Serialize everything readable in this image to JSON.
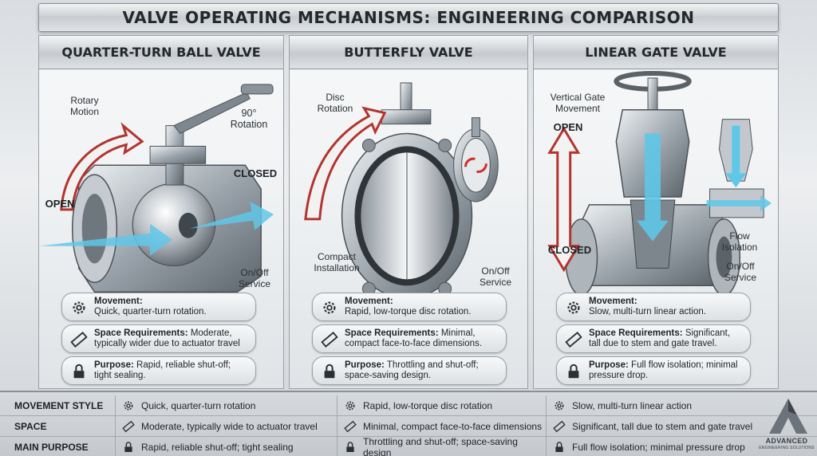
{
  "title": "VALVE OPERATING MECHANISMS: ENGINEERING COMPARISON",
  "panels": [
    {
      "heading": "QUARTER-TURN BALL VALVE",
      "labels": {
        "motion": "Rotary\nMotion",
        "rotation": "90°\nRotation",
        "closed": "CLOSED",
        "open": "OPEN",
        "service": "On/Off\nService"
      },
      "movement_title": "Movement:",
      "movement_text": "Quick, quarter-turn rotation.",
      "space_title": "Space Requirements:",
      "space_text": "Moderate, typically wider due to actuator travel",
      "purpose_title": "Purpose:",
      "purpose_text": "Rapid, reliable shut-off; tight sealing."
    },
    {
      "heading": "BUTTERFLY VALVE",
      "labels": {
        "motion": "Disc\nRotation",
        "compact": "Compact\nInstallation",
        "service": "On/Off\nService"
      },
      "movement_title": "Movement:",
      "movement_text": "Rapid, low-torque disc rotation.",
      "space_title": "Space Requirements:",
      "space_text": "Minimal, compact face-to-face dimensions.",
      "purpose_title": "Purpose:",
      "purpose_text": "Throttling and shut-off; space-saving design."
    },
    {
      "heading": "LINEAR GATE VALVE",
      "labels": {
        "motion": "Vertical Gate\nMovement",
        "open": "OPEN",
        "closed": "CLOSED",
        "flow": "Flow\nIsolation",
        "service": "On/Off\nService"
      },
      "movement_title": "Movement:",
      "movement_text": "Slow, multi-turn linear action.",
      "space_title": "Space Requirements:",
      "space_text": "Significant, tall due to stem and gate travel.",
      "purpose_title": "Purpose:",
      "purpose_text": "Full flow isolation; minimal pressure drop."
    }
  ],
  "table": {
    "rows": [
      {
        "head": "MOVEMENT STYLE",
        "icon": "gear-icon",
        "cells": [
          "Quick, quarter-turn rotation",
          "Rapid, low-torque disc rotation",
          "Slow, multi-turn linear action"
        ]
      },
      {
        "head": "SPACE",
        "icon": "ruler-icon",
        "cells": [
          "Moderate, typically wide to actuator travel",
          "Minimal, compact face-to-face dimensions",
          "Significant, tall due to stem and gate travel"
        ]
      },
      {
        "head": "MAIN PURPOSE",
        "icon": "lock-icon",
        "cells": [
          "Rapid, reliable shut-off; tight sealing",
          "Throttling and shut-off; space-saving design",
          "Full flow isolation; minimal pressure drop"
        ]
      }
    ]
  },
  "logo": {
    "name": "ADVANCED",
    "tagline": "ENGINEERING SOLUTIONS"
  },
  "colors": {
    "arrow_red": "#b3342e",
    "flow_blue": "#5fc7e8",
    "steel": "#9aa3ab"
  }
}
